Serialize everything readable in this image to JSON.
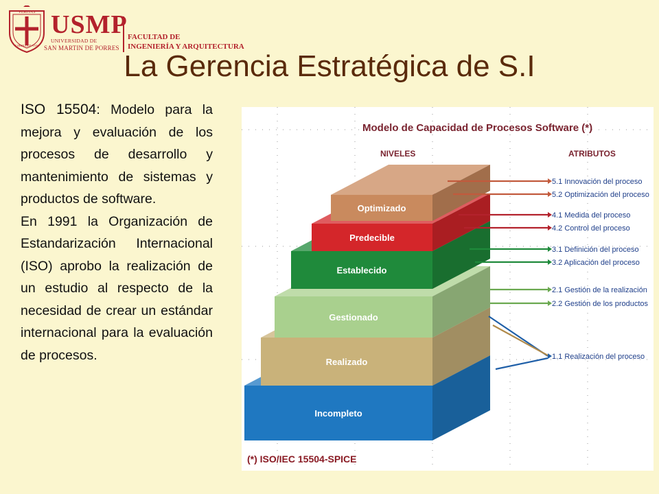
{
  "header": {
    "logo_main": "USMP",
    "logo_sub": "UNIVERSIDAD DE",
    "logo_sub2": "SAN MARTIN DE PORRES",
    "faculty_line1": "FACULTAD DE",
    "faculty_line2": "INGENIERÍA Y ARQUITECTURA",
    "seal_top": "VERITAS",
    "seal_bottom": "LIBERABIT VOS"
  },
  "slide": {
    "title": "La Gerencia Estratégica de S.I",
    "para1_lead": "ISO 15504",
    "para1_rest": ": Modelo para la mejora y evaluación de los procesos de desarrollo y mantenimiento de sistemas y productos de software.",
    "para2": "En 1991 la Organización de Estandarización Internacional (ISO) aprobo la realización de un estudio al respecto de la necesidad de crear un estándar internacional para la evaluación de procesos."
  },
  "diagram": {
    "title": "Modelo de Capacidad de Procesos Software (*)",
    "col_levels": "NIVELES",
    "col_attributes": "ATRIBUTOS",
    "footnote": "(*) ISO/IEC 15504-SPICE",
    "levels": [
      {
        "name": "Incompleto",
        "color": "#1f78c1"
      },
      {
        "name": "Realizado",
        "color": "#c9b27a"
      },
      {
        "name": "Gestionado",
        "color": "#a9d08e"
      },
      {
        "name": "Establecido",
        "color": "#1f8a3b"
      },
      {
        "name": "Predecible",
        "color": "#d4262a"
      },
      {
        "name": "Optimizado",
        "color": "#c98a5e"
      }
    ],
    "attributes": [
      "5.1 Innovación del proceso",
      "5.2 Optimización del proceso",
      "4.1 Medida del proceso",
      "4.2 Control del proceso",
      "3.1 Definición del proceso",
      "3.2 Aplicación del proceso",
      "2.1 Gestión de la realización",
      "2.2 Gestión de los productos",
      "1.1 Realización del proceso"
    ]
  }
}
